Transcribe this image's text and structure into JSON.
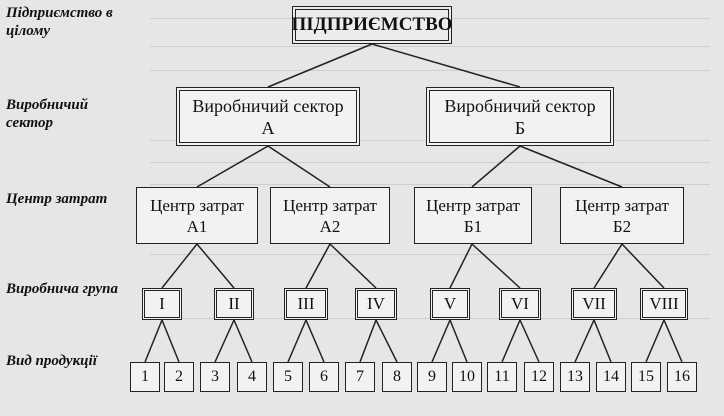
{
  "labels": {
    "enterprise": "Підприємство в цілому",
    "sector": "Виробничий сектор",
    "cost_center": "Центр затрат",
    "group": "Виробнича група",
    "product": "Вид продукції"
  },
  "enterprise": "ПІДПРИЄМСТВО",
  "sectors": [
    {
      "name": "Виробничий сектор",
      "code": "А"
    },
    {
      "name": "Виробничий сектор",
      "code": "Б"
    }
  ],
  "cost_centers": [
    {
      "name": "Центр затрат",
      "code": "А1"
    },
    {
      "name": "Центр затрат",
      "code": "А2"
    },
    {
      "name": "Центр затрат",
      "code": "Б1"
    },
    {
      "name": "Центр затрат",
      "code": "Б2"
    }
  ],
  "groups": [
    "I",
    "II",
    "III",
    "IV",
    "V",
    "VI",
    "VII",
    "VIII"
  ],
  "products": [
    "1",
    "2",
    "3",
    "4",
    "5",
    "6",
    "7",
    "8",
    "9",
    "10",
    "11",
    "12",
    "13",
    "14",
    "15",
    "16"
  ]
}
